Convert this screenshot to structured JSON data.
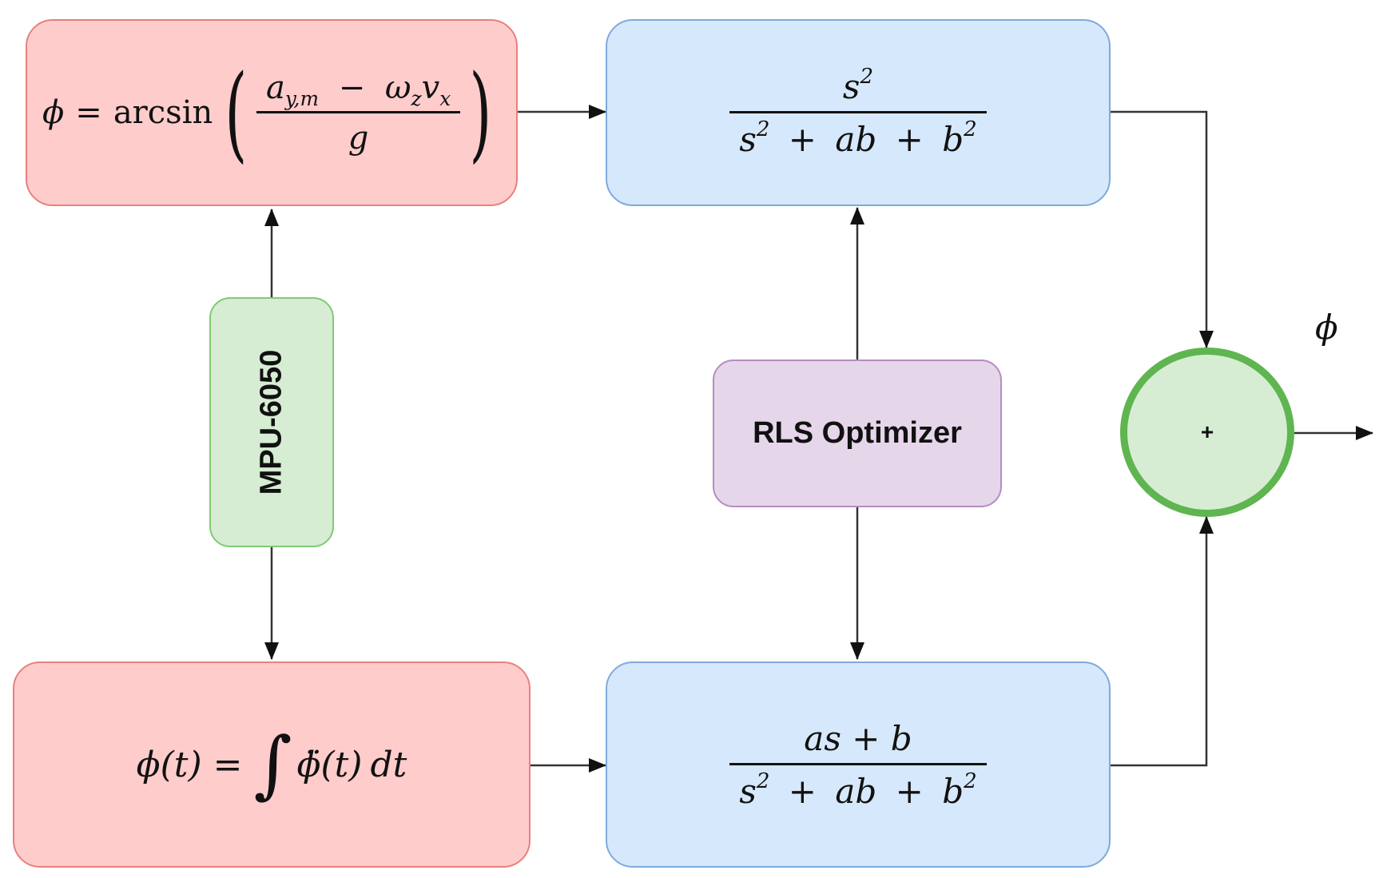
{
  "blocks": {
    "accel_angle": {
      "lhs": "ϕ",
      "eq": "=",
      "func": "arcsin",
      "num_a": "a",
      "num_a_sub": "y,m",
      "num_minus": "−",
      "num_omega": "ω",
      "num_omega_sub": "z",
      "num_v": "v",
      "num_v_sub": "x",
      "den": "g"
    },
    "gyro_angle": {
      "lhs": "ϕ(t)",
      "eq": "=",
      "integral": "∫",
      "integrand": "ϕ̈(t)",
      "dt": "dt"
    },
    "high_pass": {
      "num_base": "s",
      "num_exp": "2",
      "den_s": "s",
      "den_s_exp": "2",
      "den_plus1": "+",
      "den_ab": "ab",
      "den_plus2": "+",
      "den_b": "b",
      "den_b_exp": "2"
    },
    "low_pass": {
      "num": "as + b",
      "den_s": "s",
      "den_s_exp": "2",
      "den_plus1": "+",
      "den_ab": "ab",
      "den_plus2": "+",
      "den_b": "b",
      "den_b_exp": "2"
    },
    "sensor": {
      "label": "MPU-6050"
    },
    "optimizer": {
      "label": "RLS Optimizer"
    },
    "summer": {
      "label": "+"
    }
  },
  "output_label": "ϕ",
  "colors": {
    "input_block_fill": "#ffcccc",
    "filter_block_fill": "#d6e8fb",
    "sensor_fill": "#d6edd3",
    "optimizer_fill": "#e6d6ea",
    "summer_border": "#5fb550"
  }
}
